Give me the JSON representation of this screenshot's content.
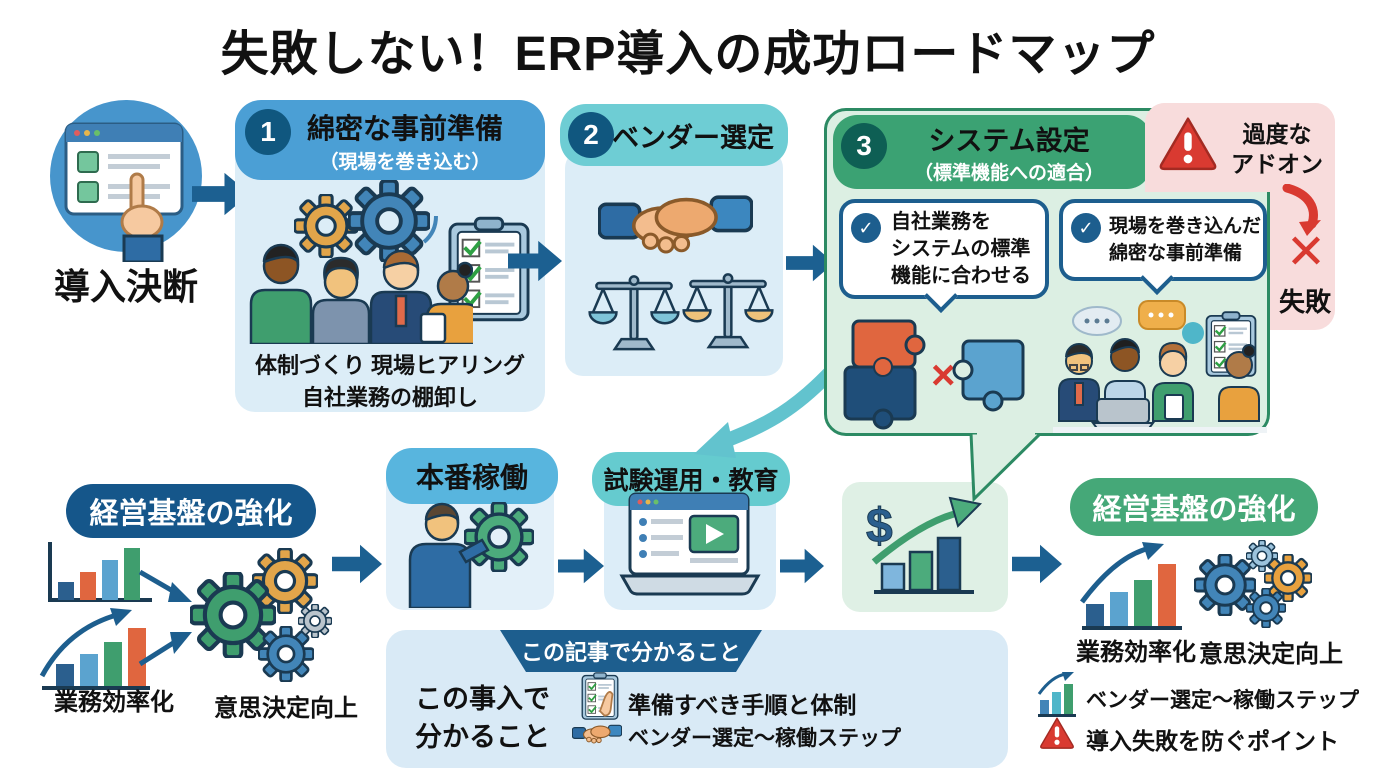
{
  "title": "失敗しない！ERP導入の成功ロードマップ",
  "colors": {
    "arrow_blue": "#1c6091",
    "step1_header": "#4b9fd5",
    "step2_header": "#6ecdd4",
    "step3_header": "#3ba273",
    "step_body_blue": "#dcedf7",
    "step3_body_green": "#dcefe3",
    "warning_pink": "#f8dcdc",
    "alert_red": "#d93a31",
    "dark_navy_pill": "#15568a",
    "green_pill": "#45a878",
    "ribbon_blue": "#1d5e8e"
  },
  "icons": {
    "check": "✓",
    "x_mark": "✕",
    "dollar": "$"
  },
  "start": {
    "label": "導入決断"
  },
  "steps": [
    {
      "num": "1",
      "title": "綿密な事前準備",
      "subtitle": "（現場を巻き込む）",
      "caption_line1": "体制づくり 現場ヒアリング",
      "caption_line2": "自社業務の棚卸し"
    },
    {
      "num": "2",
      "title": "ベンダー選定"
    },
    {
      "num": "3",
      "title": "システム設定",
      "subtitle": "（標準機能への適合）",
      "bubble1": {
        "l1": "自社業務を",
        "l2": "システムの標準",
        "l3": "機能に合わせる"
      },
      "bubble2": {
        "l1": "現場を巻き込んだ",
        "l2": "綿密な事前準備"
      }
    }
  ],
  "warning": {
    "l1": "過度な",
    "l2": "アドオン",
    "fail": "失敗"
  },
  "flow_nodes": [
    {
      "label": "本番稼働"
    },
    {
      "label": "試験運用・教育"
    }
  ],
  "outcome_left": {
    "title": "経営基盤の強化",
    "label1": "業務効率化",
    "label2": "意思決定向上"
  },
  "outcome_right": {
    "title": "経営基盤の強化",
    "label1": "業務効率化",
    "label2": "意思決定向上"
  },
  "info_box": {
    "ribbon": "この記事で分かること",
    "intro_l1": "この事入で",
    "intro_l2": "分かること",
    "item1": "準備すべき手順と体制",
    "item2": "ベンダー選定～稼働ステップ"
  },
  "legend": {
    "item1": "ベンダー選定～稼働ステップ",
    "item2": "導入失敗を防ぐポイント"
  }
}
